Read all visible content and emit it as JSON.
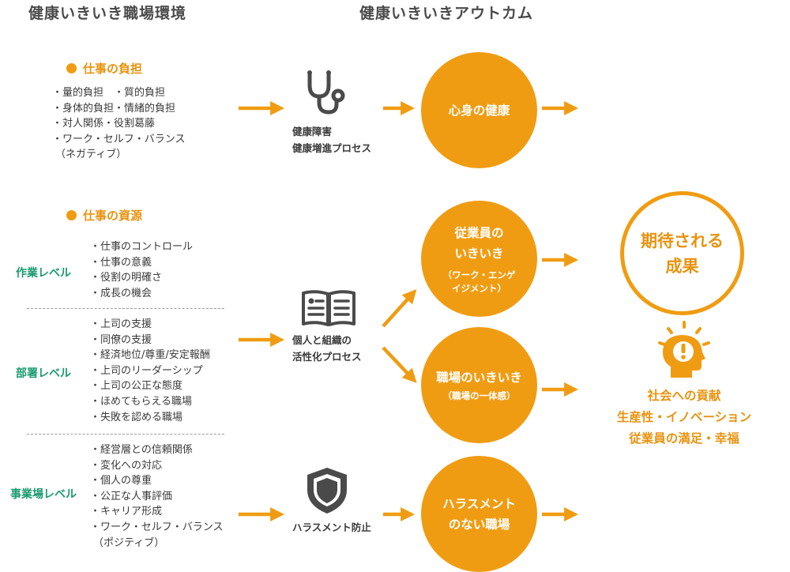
{
  "headers": {
    "left": "健康いきいき職場環境",
    "right": "健康いきいきアウトカム"
  },
  "burden": {
    "title": "仕事の負担",
    "items": [
      "・量的負担　・質的負担",
      "・身体的負担・情緒的負担",
      "・対人関係・役割葛藤",
      "・ワーク・セルフ・バランス",
      "（ネガティブ）"
    ]
  },
  "resources": {
    "title": "仕事の資源",
    "levels": [
      {
        "label": "作業レベル",
        "items": [
          "・仕事のコントロール",
          "・仕事の意義",
          "・役割の明確さ",
          "・成長の機会"
        ]
      },
      {
        "label": "部署レベル",
        "items": [
          "・上司の支援",
          "・同僚の支援",
          "・経済地位/尊重/安定報酬",
          "・上司のリーダーシップ",
          "・上司の公正な態度",
          "・ほめてもらえる職場",
          "・失敗を認める職場"
        ]
      },
      {
        "label": "事業場レベル",
        "items": [
          "・経営層との信頼関係",
          "・変化への対応",
          "・個人の尊重",
          "・公正な人事評価",
          "・キャリア形成",
          "・ワーク・セルフ・バランス",
          "（ポジティブ）"
        ]
      }
    ]
  },
  "processes": {
    "health": [
      "健康障害",
      "健康増進プロセス"
    ],
    "motivation": [
      "個人と組織の",
      "活性化プロセス"
    ],
    "harassment": [
      "ハラスメント防止"
    ]
  },
  "outcomes": {
    "health": {
      "main": [
        "心身の健康"
      ],
      "sub": []
    },
    "engagement": {
      "main": [
        "従業員の",
        "いきいき"
      ],
      "sub": [
        "（ワーク・エンゲ",
        "イジメント）"
      ]
    },
    "workplace": {
      "main": [
        "職場のいきいき"
      ],
      "sub": [
        "（職場の一体感）"
      ]
    },
    "harassment": {
      "main": [
        "ハラスメント",
        "のない職場"
      ],
      "sub": []
    }
  },
  "result": {
    "title": [
      "期待される",
      "成果"
    ],
    "contributions": [
      "社会への貢献",
      "生産性・イノベーション",
      "従業員の満足・幸福"
    ]
  },
  "icons": {
    "bullet": "dot-icon",
    "health_process": "stethoscope-icon",
    "motivation_process": "book-icon",
    "harassment_process": "shield-icon",
    "result": "lightbulb-head-icon",
    "flow": "arrow-right-icon"
  },
  "colors": {
    "accent": "#f09c12",
    "level_text": "#1a9a6e",
    "text": "#3a3a3a"
  }
}
